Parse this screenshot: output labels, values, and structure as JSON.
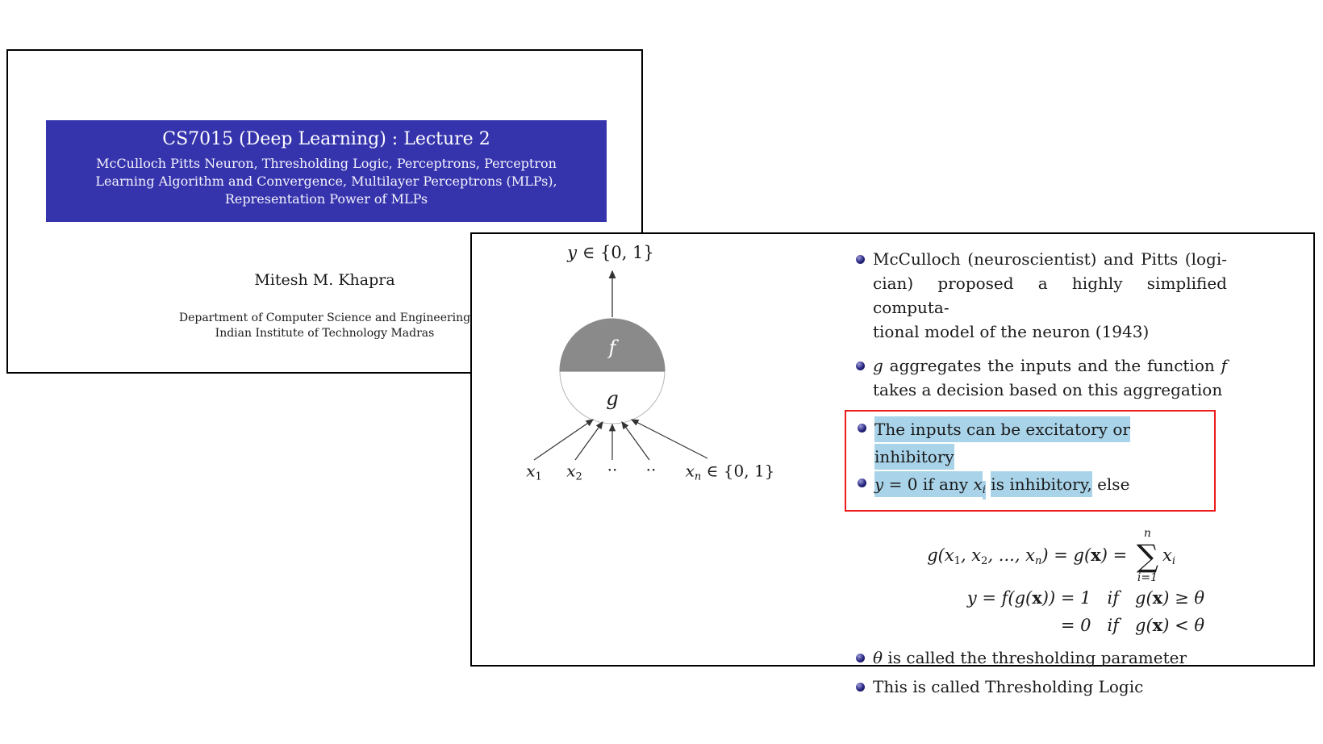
{
  "colors": {
    "accent": "#3634ad",
    "highlight": "#a9d3e9",
    "annotation": "#ec1c1c",
    "ball": "#26257e",
    "neuron-gray": "#8a8a8a"
  },
  "title_slide": {
    "title": "CS7015 (Deep Learning) : Lecture 2",
    "subtitle_lines": [
      "McCulloch Pitts Neuron, Thresholding Logic, Perceptrons, Perceptron",
      "Learning Algorithm and Convergence, Multilayer Perceptrons (MLPs),",
      "Representation Power of MLPs"
    ],
    "author": "Mitesh M. Khapra",
    "affiliation_lines": [
      "Department of Computer Science and Engineering",
      "Indian Institute of Technology Madras"
    ]
  },
  "content_slide": {
    "diagram": {
      "output_label": [
        {
          "t": "y",
          "c": "it"
        },
        {
          "t": " ∈ {0, 1}"
        }
      ],
      "f_label": "f",
      "g_label": "g",
      "input_labels": {
        "x1": [
          {
            "t": "x",
            "c": "it"
          },
          {
            "t": "1",
            "c": "sub"
          }
        ],
        "x2": [
          {
            "t": "x",
            "c": "it"
          },
          {
            "t": "2",
            "c": "sub"
          }
        ],
        "dots1": [
          {
            "t": "··"
          }
        ],
        "dots2": [
          {
            "t": "··"
          }
        ],
        "xn": [
          {
            "t": "x",
            "c": "it"
          },
          {
            "t": "n",
            "c": "sub it"
          },
          {
            "t": " ∈ {0, 1}"
          }
        ]
      }
    },
    "bullets": {
      "b1": [
        [
          {
            "t": "McCulloch (neuroscientist) and Pitts (logi-"
          }
        ],
        [
          {
            "t": "cian) proposed a highly simplified computa-"
          }
        ],
        [
          {
            "t": "tional model of the neuron (1943)"
          }
        ]
      ],
      "b2": [
        [
          {
            "t": "g",
            "c": "it"
          },
          {
            "t": " aggregates the inputs and the function "
          },
          {
            "t": "f",
            "c": "it"
          }
        ],
        [
          {
            "t": "takes a decision based on this aggregation"
          }
        ]
      ],
      "b3": [
        [
          {
            "t": "The inputs can be excitatory or inhibitory",
            "c": "hl"
          }
        ]
      ],
      "b4": [
        [
          {
            "t": "y",
            "c": "hl it"
          },
          {
            "t": " = 0 if any ",
            "c": "hl"
          },
          {
            "t": "x",
            "c": "hl it"
          },
          {
            "t": "i",
            "c": "hl sub it"
          },
          {
            "t": " "
          },
          {
            "t": "is inhibitory,",
            "c": "hl"
          },
          {
            "t": " else"
          }
        ]
      ],
      "b5": [
        [
          {
            "t": "θ",
            "c": "it"
          },
          {
            "t": " is called the thresholding parameter"
          }
        ]
      ],
      "b6": [
        [
          {
            "t": "This is called Thresholding Logic"
          }
        ]
      ]
    },
    "equations": {
      "eq1_pre": [
        {
          "t": "g(x",
          "c": "it"
        },
        {
          "t": "1",
          "c": "sub"
        },
        {
          "t": ", x",
          "c": "it"
        },
        {
          "t": "2",
          "c": "sub"
        },
        {
          "t": ", ..., x",
          "c": "it"
        },
        {
          "t": "n",
          "c": "sub it"
        },
        {
          "t": ") = g(",
          "c": "it"
        },
        {
          "t": "x",
          "c": "bx"
        },
        {
          "t": ") = ",
          "c": "it"
        }
      ],
      "sum_top": "n",
      "sum_sigma": "∑",
      "sum_bottom": "i=1",
      "eq1_post": [
        {
          "t": "x",
          "c": "it"
        },
        {
          "t": "i",
          "c": "sub it"
        }
      ],
      "eq2": [
        {
          "t": "y = f(g(",
          "c": "it"
        },
        {
          "t": "x",
          "c": "bx"
        },
        {
          "t": ")) = 1",
          "c": "it"
        },
        {
          "t": "   "
        },
        {
          "t": "if",
          "c": "it"
        },
        {
          "t": "   "
        },
        {
          "t": "g(",
          "c": "it"
        },
        {
          "t": "x",
          "c": "bx"
        },
        {
          "t": ") ≥ θ",
          "c": "it"
        }
      ],
      "eq3": [
        {
          "t": "= 0",
          "c": "it"
        },
        {
          "t": "   "
        },
        {
          "t": "if",
          "c": "it"
        },
        {
          "t": "   "
        },
        {
          "t": "g(",
          "c": "it"
        },
        {
          "t": "x",
          "c": "bx"
        },
        {
          "t": ") < θ",
          "c": "it"
        }
      ]
    }
  }
}
